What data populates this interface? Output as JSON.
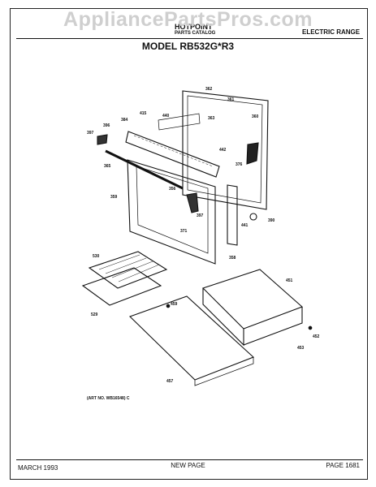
{
  "watermark": "AppliancePartsPros.com",
  "header": {
    "brand": "HOTPOINT",
    "catalog": "PARTS CATALOG",
    "category": "ELECTRIC RANGE",
    "model": "MODEL RB532G*R3"
  },
  "art_number": "(ART NO. WB16548) C",
  "footer": {
    "date": "MARCH 1993",
    "center": "NEW PAGE",
    "page": "PAGE 1681"
  },
  "callouts": [
    "362",
    "361",
    "360",
    "363",
    "440",
    "415",
    "384",
    "397",
    "396",
    "442",
    "376",
    "365",
    "356",
    "359",
    "397",
    "390",
    "441",
    "371",
    "358",
    "530",
    "451",
    "459",
    "452",
    "453",
    "529",
    "457"
  ]
}
